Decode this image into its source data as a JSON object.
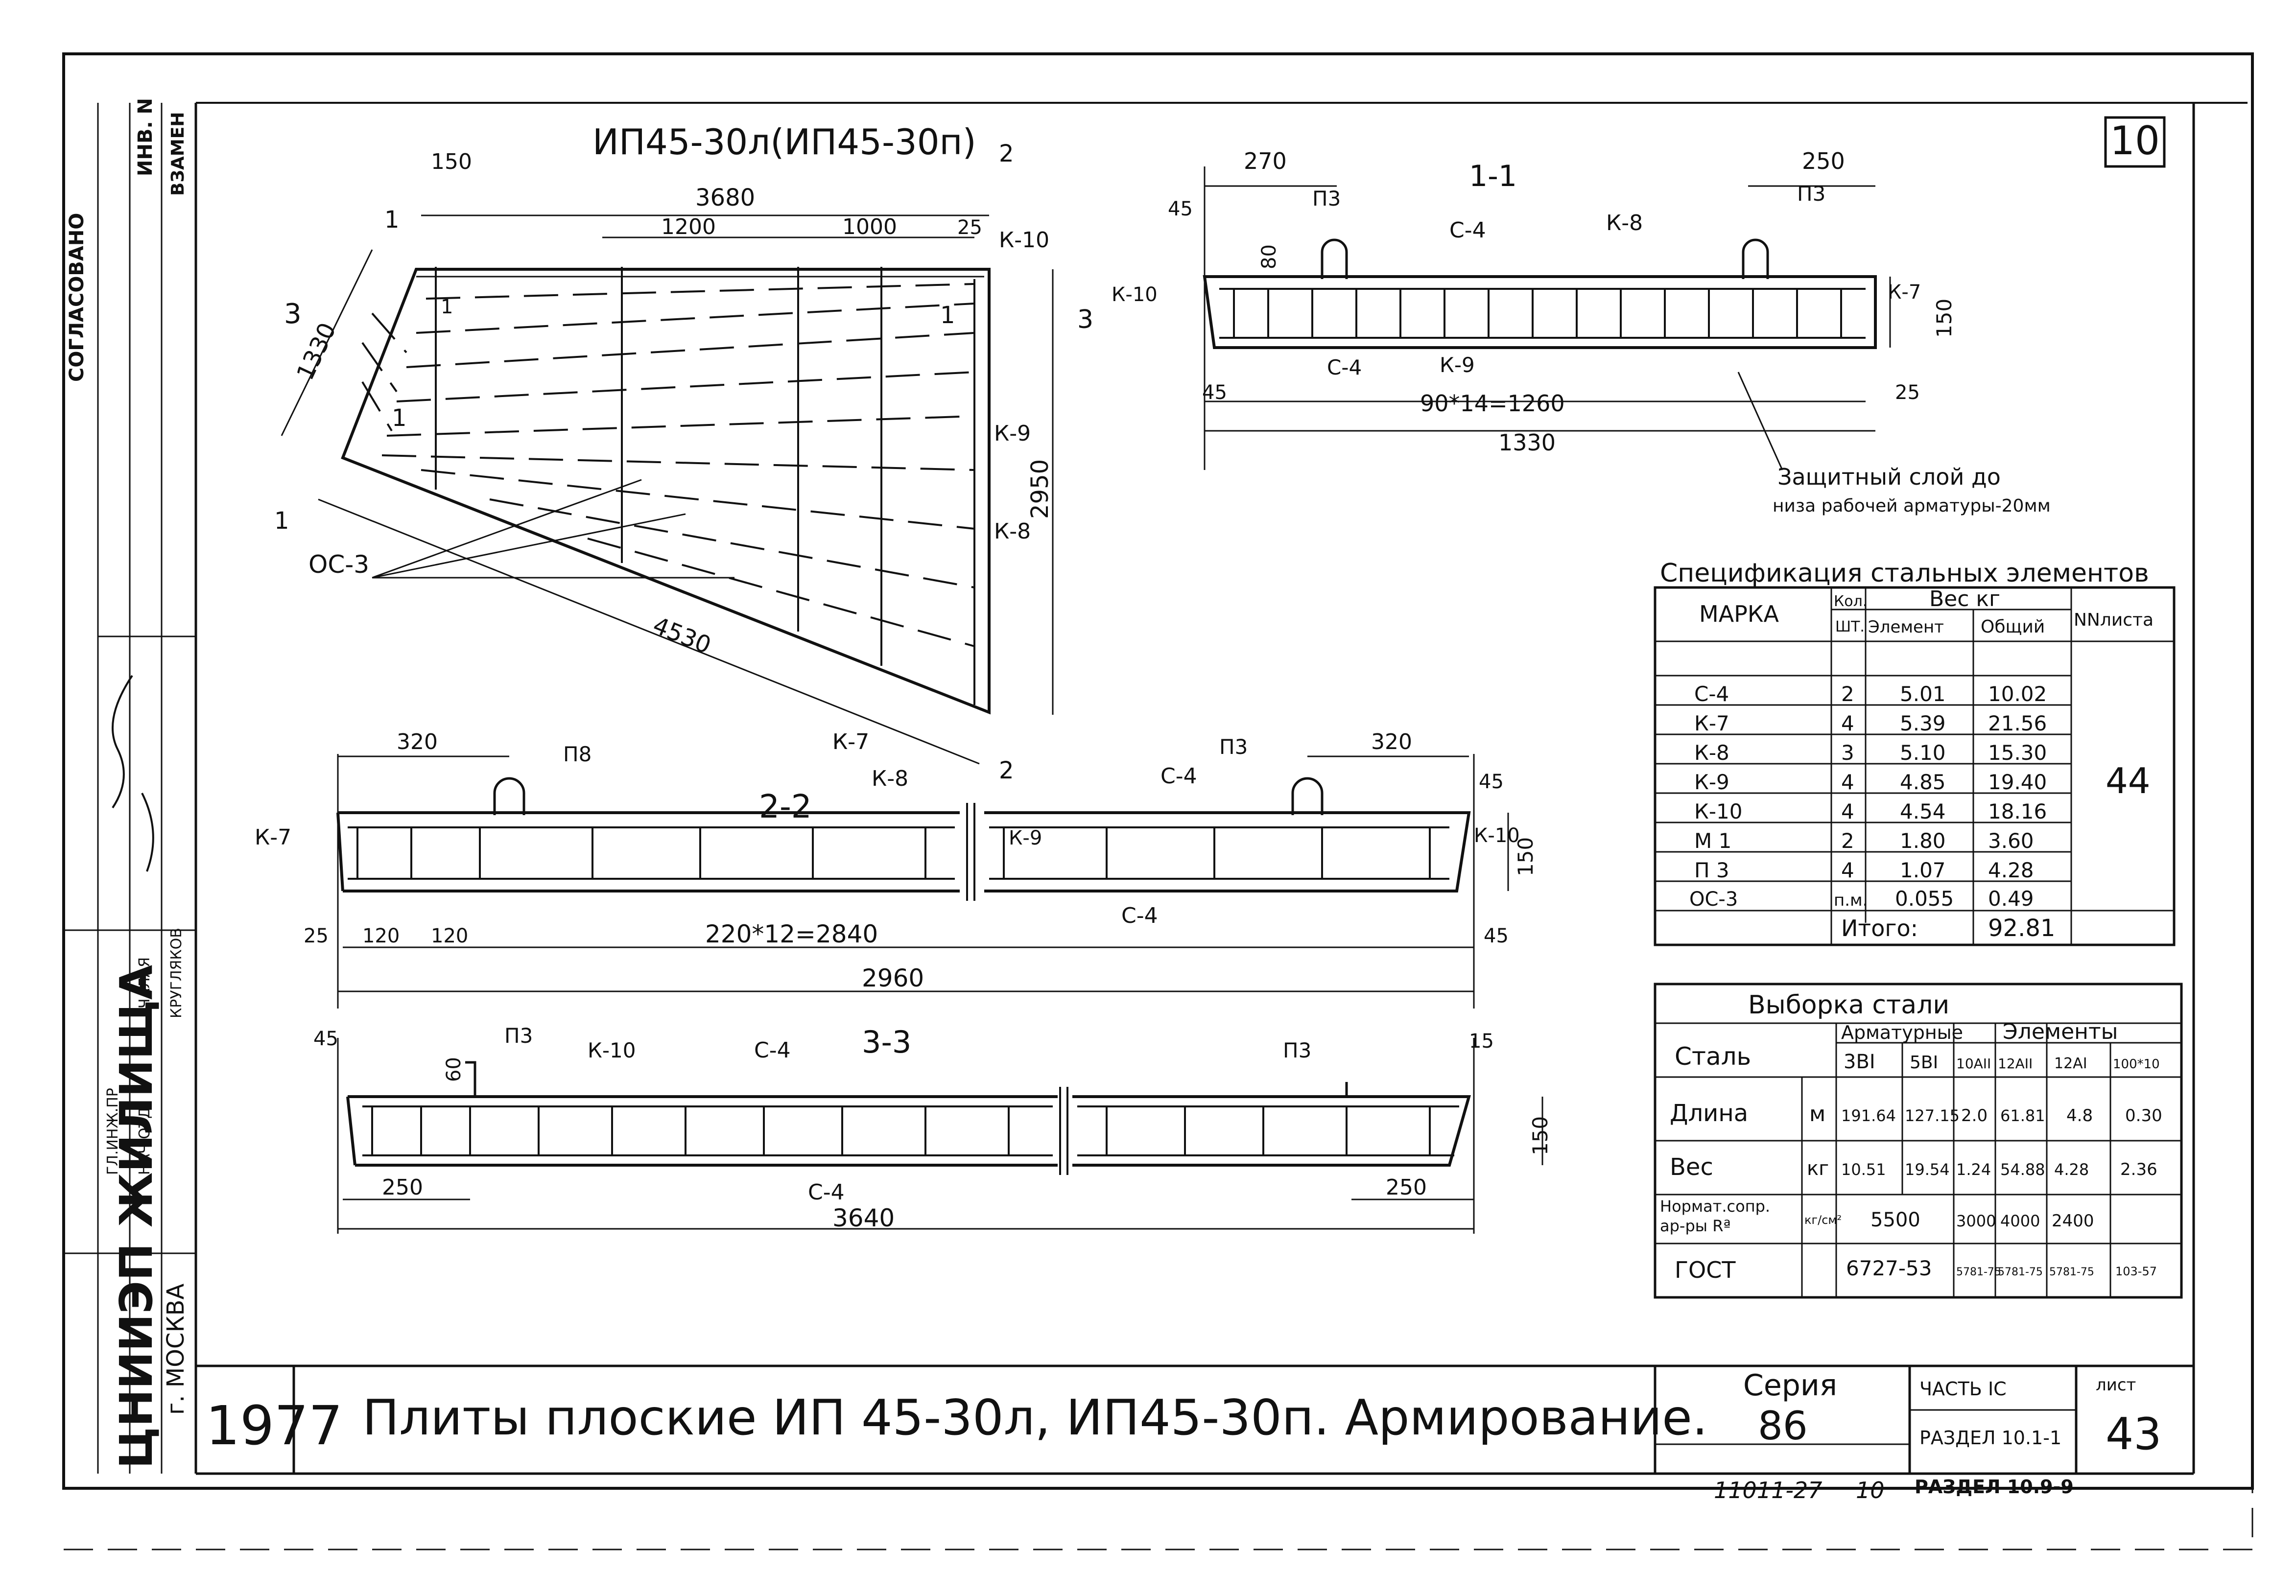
{
  "sheet": {
    "sheet_no": "10",
    "year": "1977",
    "title": "Плиты плоские ИП 45-30л, ИП45-30п. Армирование.",
    "series_label": "Серия",
    "series_value": "86",
    "part": "ЧАСТЬ IС",
    "section": "РАЗДЕЛ 10.1-1",
    "sheet_label": "лист",
    "sheet_number": "43",
    "below_code": "11011-27",
    "below_num": "10",
    "below_section": "РАЗДЕЛ 10.9-9",
    "left_stamp": {
      "inv": "ИНВ. N",
      "zamen": "ВЗАМЕН",
      "soglas": "СОГЛАСОВАНО",
      "org": "ЦНИИЭП ЖИЛИЩА",
      "city": "г. МОСКВА",
      "role1": "ГЛ.ИНЖ.ПР",
      "role2": "НАЧ.ОТД",
      "name1": "ЧАЛАЯ",
      "name2": "КРУГЛЯКОВ"
    }
  },
  "view_main": {
    "title": "ИП45-30л(ИП45-30п)",
    "dims": [
      "150",
      "3680",
      "1200",
      "1000",
      "25",
      "1330",
      "2950",
      "4530"
    ],
    "labels": [
      "К-10",
      "К-9",
      "К-8",
      "К-7",
      "ОС-3",
      "1",
      "1",
      "2",
      "2",
      "3",
      "1",
      "1",
      "1"
    ]
  },
  "section_1_1": {
    "title": "1-1",
    "dims": [
      "270",
      "250",
      "45",
      "80",
      "150",
      "45",
      "25",
      "90*14=1260",
      "1330"
    ],
    "labels": [
      "П3",
      "П3",
      "С-4",
      "К-8",
      "К-10",
      "К-7",
      "С-4",
      "К-9",
      "3"
    ],
    "note1": "Защитный слой до",
    "note2": "низа рабочей арматуры-20мм"
  },
  "section_2_2": {
    "title": "2-2",
    "dims": [
      "320",
      "320",
      "45",
      "25",
      "120",
      "120",
      "220*12=2840",
      "45",
      "2960",
      "150"
    ],
    "labels": [
      "П8",
      "П3",
      "К-7",
      "К-8",
      "С-4",
      "К-7",
      "К-9",
      "К-10",
      "С-4"
    ]
  },
  "section_3_3": {
    "title": "3-3",
    "dims": [
      "45",
      "60",
      "15",
      "250",
      "250",
      "3640",
      "150"
    ],
    "labels": [
      "П3",
      "К-10",
      "С-4",
      "П3",
      "С-4"
    ]
  },
  "spec_table": {
    "title": "Спецификация стальных элементов",
    "head": {
      "marka": "МАРКА",
      "kol": "Кол.",
      "sht": "ШТ.",
      "ves": "Вес кг",
      "element": "Элемент",
      "obshiy": "Общий",
      "nn": "NNлиста"
    },
    "rows": [
      {
        "marka": "С-4",
        "kol": "2",
        "el": "5.01",
        "tot": "10.02"
      },
      {
        "marka": "К-7",
        "kol": "4",
        "el": "5.39",
        "tot": "21.56"
      },
      {
        "marka": "К-8",
        "kol": "3",
        "el": "5.10",
        "tot": "15.30"
      },
      {
        "marka": "К-9",
        "kol": "4",
        "el": "4.85",
        "tot": "19.40"
      },
      {
        "marka": "К-10",
        "kol": "4",
        "el": "4.54",
        "tot": "18.16"
      },
      {
        "marka": "М 1",
        "kol": "2",
        "el": "1.80",
        "tot": "3.60"
      },
      {
        "marka": "П 3",
        "kol": "4",
        "el": "1.07",
        "tot": "4.28"
      },
      {
        "marka": "ОС-3",
        "kol": "п.м.",
        "el": "0.055",
        "tot": "0.49"
      }
    ],
    "sheet_ref": "44",
    "total_label": "Итого:",
    "total_value": "92.81"
  },
  "steel_table": {
    "title": "Выборка стали",
    "stal": "Сталь",
    "arm": "Арматурные",
    "elem": "Элементы",
    "cols": [
      "3ВI",
      "5ВI",
      "10АII",
      "12АII",
      "12АI",
      "100*10"
    ],
    "dlina": {
      "label": "Длина",
      "unit": "м",
      "vals": [
        "191.64",
        "127.15",
        "2.0",
        "61.81",
        "4.8",
        "0.30"
      ]
    },
    "ves": {
      "label": "Вес",
      "unit": "кг",
      "vals": [
        "10.51",
        "19.54",
        "1.24",
        "54.88",
        "4.28",
        "2.36"
      ]
    },
    "norm": {
      "label1": "Нормат.сопр.",
      "label2": "ар-ры Rª",
      "unit": "кг/см²",
      "v1": "5500",
      "v2": "3000",
      "v3": "4000",
      "v4": "2400"
    },
    "gost": {
      "label": "ГОСТ",
      "v1": "6727-53",
      "v2": "5781-75",
      "v3": "5781-75",
      "v4": "5781-75",
      "v5": "103-57"
    }
  }
}
